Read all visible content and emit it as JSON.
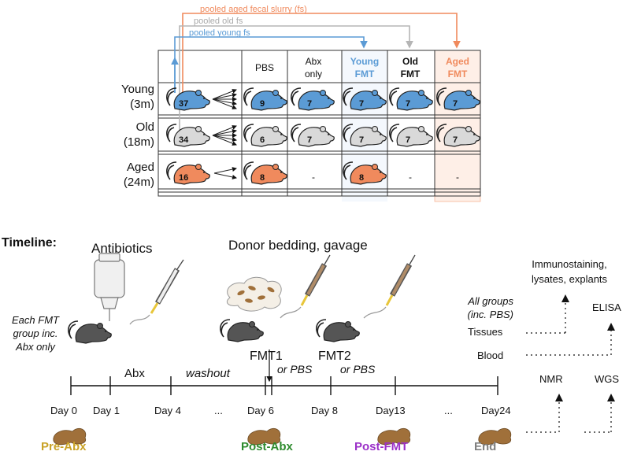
{
  "donor_lines": {
    "aged": "pooled aged fecal slurry (fs)",
    "old": "pooled old fs",
    "young": "pooled young fs"
  },
  "columns": {
    "pbs": "PBS",
    "abx_line1": "Abx",
    "abx_line2": "only",
    "young_line1": "Young",
    "young_line2": "FMT",
    "old_line1": "Old",
    "old_line2": "FMT",
    "aged_line1": "Aged",
    "aged_line2": "FMT"
  },
  "rows": [
    {
      "label1": "Young",
      "label2": "(3m)",
      "donor_n": "37",
      "cells": [
        "9",
        "7",
        "7",
        "7",
        "7"
      ]
    },
    {
      "label1": "Old",
      "label2": "(18m)",
      "donor_n": "34",
      "cells": [
        "6",
        "7",
        "7",
        "7",
        "7"
      ]
    },
    {
      "label1": "Aged",
      "label2": "(24m)",
      "donor_n": "16",
      "cells": [
        "8",
        "-",
        "8",
        "-",
        "-"
      ]
    }
  ],
  "timeline": {
    "title": "Timeline:",
    "antibiotics": "Antibiotics",
    "donor_bedding": "Donor bedding, gavage",
    "each_fmt": [
      "Each FMT",
      "group inc.",
      "Abx only"
    ],
    "abx": "Abx",
    "washout": "washout",
    "fmt1": "FMT1",
    "fmt2": "FMT2",
    "or_pbs_1": "or PBS",
    "or_pbs_2": "or PBS",
    "all_groups": [
      "All groups",
      "(inc. PBS)"
    ],
    "tissues": "Tissues",
    "blood": "Blood",
    "immuno": [
      "Immunostaining,",
      "lysates, explants"
    ],
    "elisa": "ELISA",
    "nmr": "NMR",
    "wgs": "WGS",
    "days": [
      "Day 0",
      "Day 1",
      "Day 4",
      "...",
      "Day 6",
      "Day 8",
      "Day13",
      "...",
      "Day24"
    ],
    "stages": [
      "Pre-Abx",
      "Post-Abx",
      "Post-FMT",
      "End"
    ]
  },
  "colors": {
    "young": "#5b9bd5",
    "old": "#d9d9d9",
    "aged": "#f08a5d",
    "pre_abx": "#c9a227",
    "post_abx": "#2e8b2e",
    "post_fmt": "#9b30c8",
    "end": "#808080",
    "poop": "#a0703a"
  }
}
